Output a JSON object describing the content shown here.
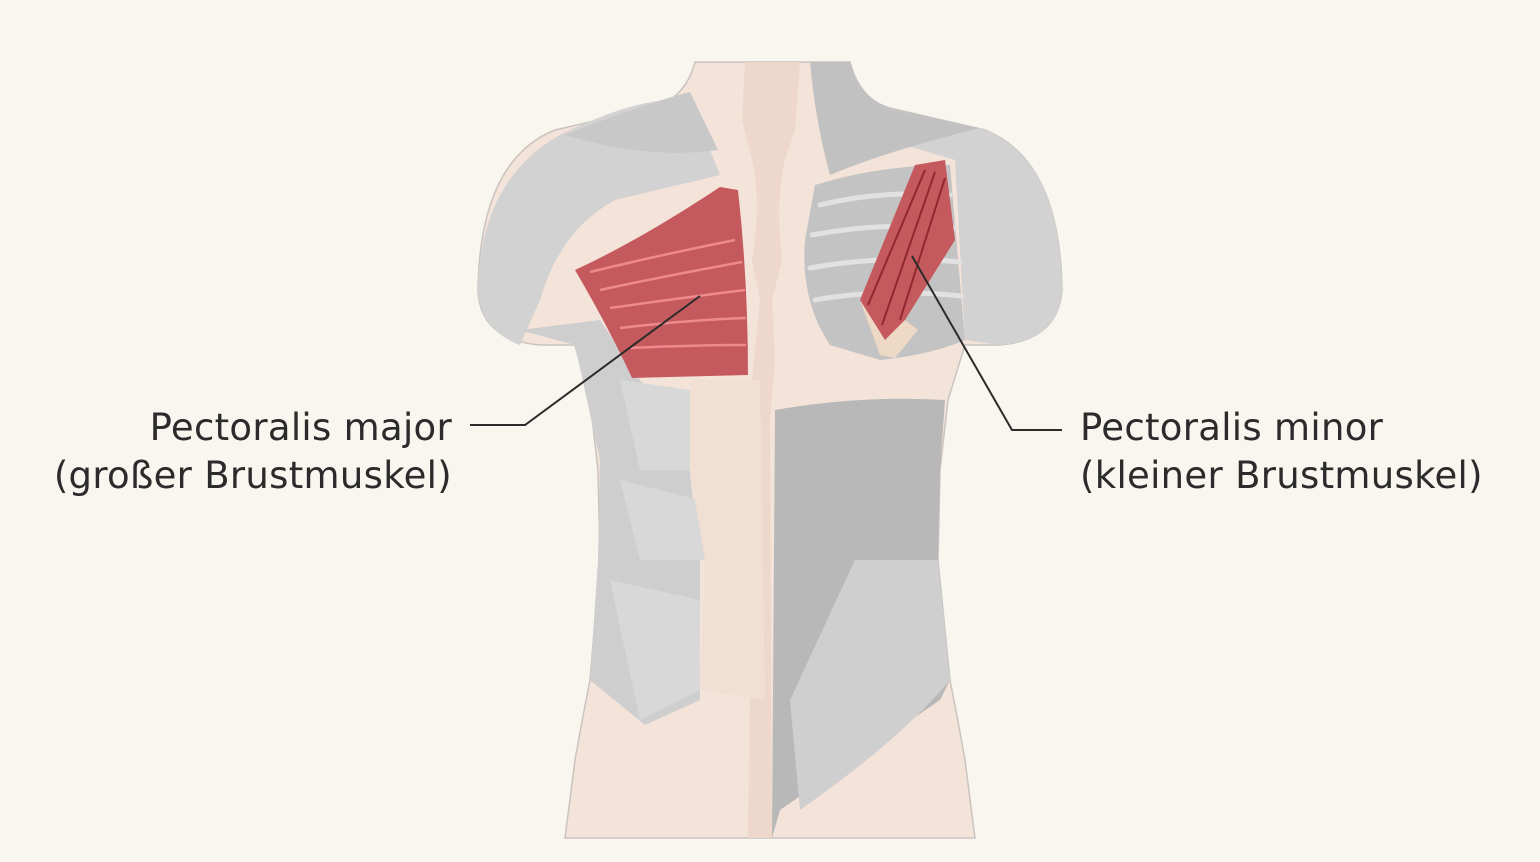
{
  "labels": {
    "major": {
      "name": "Pectoralis major",
      "subtitle": "(großer Brustmuskel)"
    },
    "minor": {
      "name": "Pectoralis minor",
      "subtitle": "(kleiner Brustmuskel)"
    }
  },
  "colors": {
    "background": "#f9f5ef",
    "skin": "#f3e0d4",
    "muscle_gray": "#d3d2d2",
    "muscle_dark": "#b9b8b8",
    "highlight_muscle": "#c55a5e",
    "highlight_fiber": "#ec8a8c",
    "leader_line": "#2b2b2b"
  }
}
